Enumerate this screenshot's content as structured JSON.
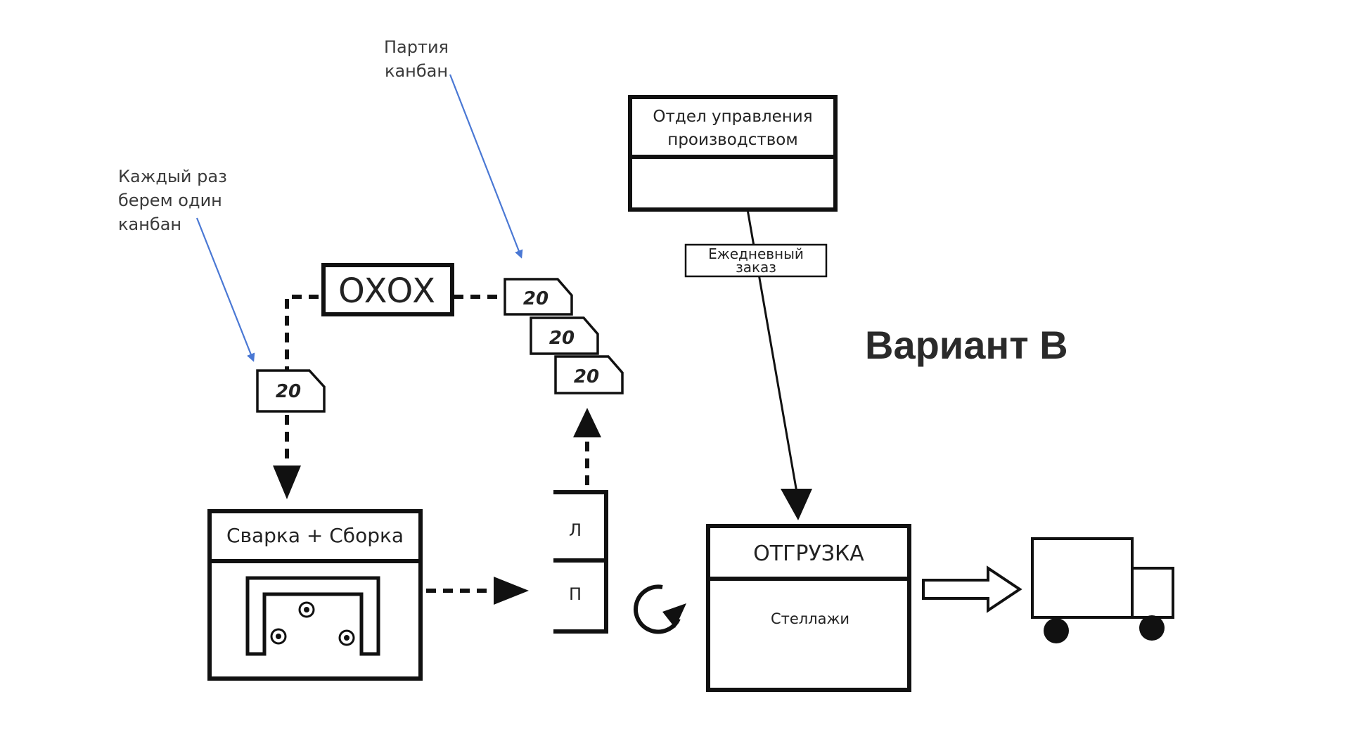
{
  "title": "Вариант В",
  "annotations": {
    "batch": [
      "Партия",
      "канбан"
    ],
    "each_time": [
      "Каждый раз",
      "берем один",
      "канбан"
    ]
  },
  "schedule_board": {
    "label": "OXOX"
  },
  "kanban_cards": [
    "20",
    "20",
    "20",
    "20"
  ],
  "production_control": {
    "lines": [
      "Отдел управления",
      "производством"
    ]
  },
  "daily_order": {
    "lines": [
      "Ежедневный",
      "заказ"
    ]
  },
  "welding_cell": {
    "label": "Сварка + Сборка"
  },
  "supermarket": {
    "slots": [
      "Л",
      "П"
    ]
  },
  "shipping": {
    "label": "ОТГРУЗКА",
    "content": "Стеллажи"
  }
}
